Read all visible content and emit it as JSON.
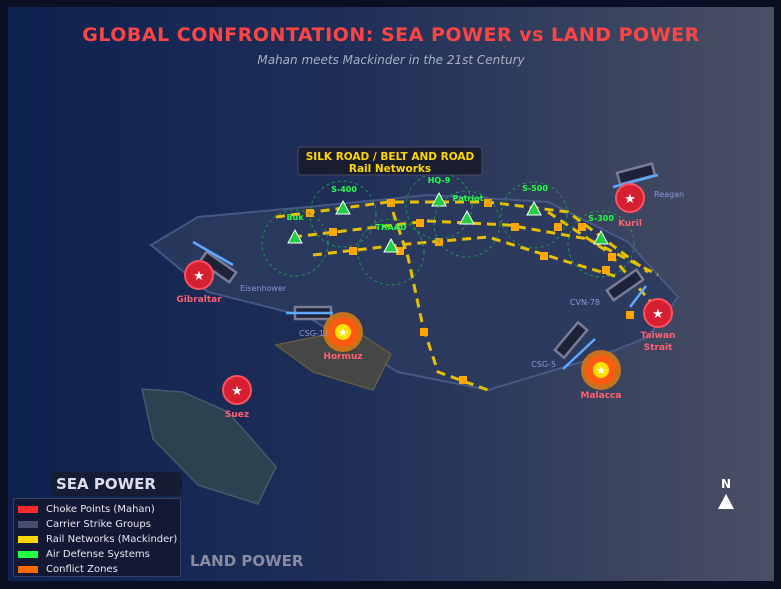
{
  "header": {
    "title": "GLOBAL CONFRONTATION: SEA POWER vs LAND POWER",
    "subtitle": "Mahan meets Mackinder in the 21st Century"
  },
  "rail_label": {
    "line1": "SILK ROAD / BELT AND ROAD",
    "line2": "Rail Networks"
  },
  "air_defense": [
    {
      "label": "S-400"
    },
    {
      "label": "HQ-9"
    },
    {
      "label": "Patriot"
    },
    {
      "label": "Buk"
    },
    {
      "label": "THAAD"
    },
    {
      "label": "S-500"
    },
    {
      "label": "S-300"
    }
  ],
  "choke_points": [
    {
      "label": "Gibraltar"
    },
    {
      "label": "Suez"
    },
    {
      "label": "Kuril"
    },
    {
      "label": "Taiwan Strait"
    }
  ],
  "conflict_zones": [
    {
      "label": "Hormuz"
    },
    {
      "label": "Malacca"
    }
  ],
  "carriers": [
    {
      "label": "Eisenhower"
    },
    {
      "label": "CSG-12"
    },
    {
      "label": "CVN-78"
    },
    {
      "label": "CSG-5"
    },
    {
      "label": "Reagan"
    }
  ],
  "panels": {
    "sea": "SEA POWER",
    "land": "LAND POWER"
  },
  "legend": [
    {
      "label": "Choke Points (Mahan)",
      "color": "#ff2a2a"
    },
    {
      "label": "Carrier Strike Groups",
      "color": "#4a4f70"
    },
    {
      "label": "Rail Networks (Mackinder)",
      "color": "#ffd700"
    },
    {
      "label": "Air Defense Systems",
      "color": "#22ff44"
    },
    {
      "label": "Conflict Zones",
      "color": "#ff6a00"
    }
  ],
  "compass": "N"
}
